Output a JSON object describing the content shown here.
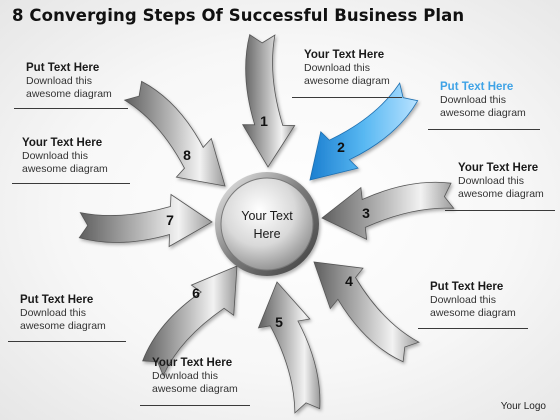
{
  "title": "8 Converging Steps Of Successful Business Plan",
  "center": {
    "line1": "Your Text",
    "line2": "Here"
  },
  "colors": {
    "accent": "#3fa3e6",
    "arrow": "#9a9a9a",
    "ring": "#6a6a6a"
  },
  "arrows": [
    {
      "id": 1,
      "label": "1",
      "highlighted": false
    },
    {
      "id": 2,
      "label": "2",
      "highlighted": true
    },
    {
      "id": 3,
      "label": "3",
      "highlighted": false
    },
    {
      "id": 4,
      "label": "4",
      "highlighted": false
    },
    {
      "id": 5,
      "label": "5",
      "highlighted": false
    },
    {
      "id": 6,
      "label": "6",
      "highlighted": false
    },
    {
      "id": 7,
      "label": "7",
      "highlighted": false
    },
    {
      "id": 8,
      "label": "8",
      "highlighted": false
    }
  ],
  "callouts": [
    {
      "heading": "Your Text Here",
      "line1": "Download this",
      "line2": "awesome diagram"
    },
    {
      "heading": "Put Text Here",
      "line1": "Download this",
      "line2": "awesome diagram"
    },
    {
      "heading": "Your Text Here",
      "line1": "Download this",
      "line2": "awesome diagram"
    },
    {
      "heading": "Put Text Here",
      "line1": "Download this",
      "line2": "awesome diagram"
    },
    {
      "heading": "Your Text Here",
      "line1": "Download this",
      "line2": "awesome diagram"
    },
    {
      "heading": "Put Text Here",
      "line1": "Download this",
      "line2": "awesome diagram"
    },
    {
      "heading": "Your Text Here",
      "line1": "Download this",
      "line2": "awesome diagram"
    },
    {
      "heading": "Put Text Here",
      "line1": "Download this",
      "line2": "awesome diagram"
    }
  ],
  "logo": "Your Logo"
}
